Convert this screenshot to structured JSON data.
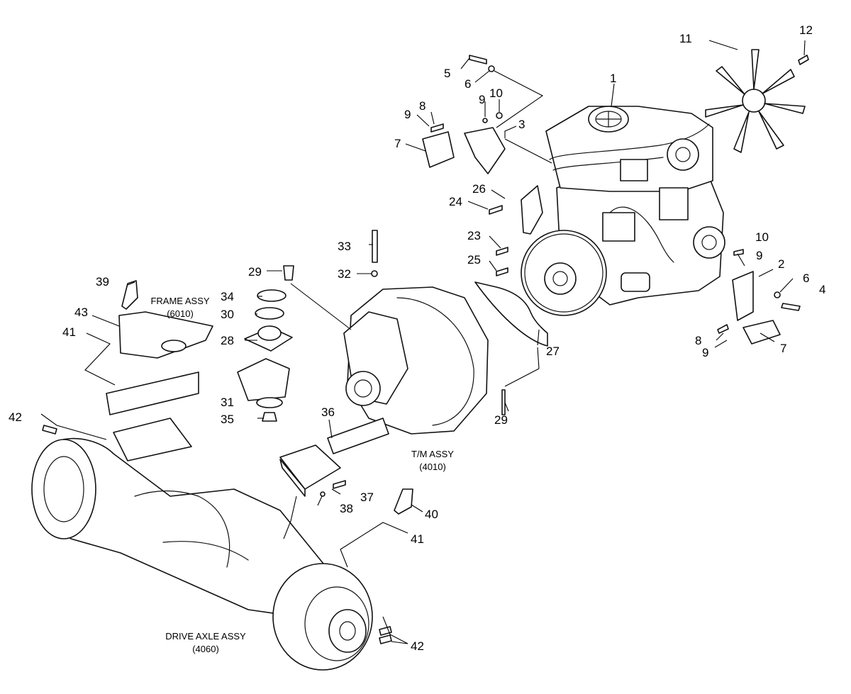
{
  "assemblies": {
    "frame": {
      "name": "FRAME ASSY",
      "code": "(6010)"
    },
    "transmission": {
      "name": "T/M ASSY",
      "code": "(4010)"
    },
    "drive_axle": {
      "name": "DRIVE AXLE ASSY",
      "code": "(4060)"
    }
  },
  "callouts": [
    {
      "id": "c1",
      "label": "1"
    },
    {
      "id": "c2",
      "label": "2"
    },
    {
      "id": "c3",
      "label": "3"
    },
    {
      "id": "c4",
      "label": "4"
    },
    {
      "id": "c5",
      "label": "5"
    },
    {
      "id": "c6a",
      "label": "6"
    },
    {
      "id": "c6b",
      "label": "6"
    },
    {
      "id": "c7a",
      "label": "7"
    },
    {
      "id": "c7b",
      "label": "7"
    },
    {
      "id": "c8a",
      "label": "8"
    },
    {
      "id": "c8b",
      "label": "8"
    },
    {
      "id": "c9a",
      "label": "9"
    },
    {
      "id": "c9b",
      "label": "9"
    },
    {
      "id": "c9c",
      "label": "9"
    },
    {
      "id": "c9d",
      "label": "9"
    },
    {
      "id": "c10a",
      "label": "10"
    },
    {
      "id": "c10b",
      "label": "10"
    },
    {
      "id": "c11",
      "label": "11"
    },
    {
      "id": "c12",
      "label": "12"
    },
    {
      "id": "c23",
      "label": "23"
    },
    {
      "id": "c24",
      "label": "24"
    },
    {
      "id": "c25",
      "label": "25"
    },
    {
      "id": "c26",
      "label": "26"
    },
    {
      "id": "c27",
      "label": "27"
    },
    {
      "id": "c28",
      "label": "28"
    },
    {
      "id": "c29a",
      "label": "29"
    },
    {
      "id": "c29b",
      "label": "29"
    },
    {
      "id": "c30",
      "label": "30"
    },
    {
      "id": "c31",
      "label": "31"
    },
    {
      "id": "c32",
      "label": "32"
    },
    {
      "id": "c33",
      "label": "33"
    },
    {
      "id": "c34",
      "label": "34"
    },
    {
      "id": "c35",
      "label": "35"
    },
    {
      "id": "c36",
      "label": "36"
    },
    {
      "id": "c37",
      "label": "37"
    },
    {
      "id": "c38",
      "label": "38"
    },
    {
      "id": "c39",
      "label": "39"
    },
    {
      "id": "c40",
      "label": "40"
    },
    {
      "id": "c41a",
      "label": "41"
    },
    {
      "id": "c41b",
      "label": "41"
    },
    {
      "id": "c42a",
      "label": "42"
    },
    {
      "id": "c42b",
      "label": "42"
    },
    {
      "id": "c43",
      "label": "43"
    }
  ]
}
